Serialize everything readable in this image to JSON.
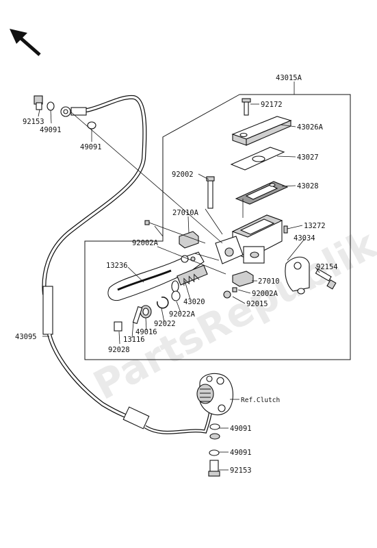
{
  "watermark": "PartsRepublik",
  "labels": {
    "p43015A": "43015A",
    "p92172": "92172",
    "p43026A": "43026A",
    "p43027": "43027",
    "p43028": "43028",
    "p92002": "92002",
    "p27010A": "27010A",
    "p92002A_top": "92002A",
    "p13272": "13272",
    "p43034": "43034",
    "p13236": "13236",
    "p92154": "92154",
    "p27010": "27010",
    "p92002A_bot": "92002A",
    "p92015": "92015",
    "p43020": "43020",
    "p92022A": "92022A",
    "p92022": "92022",
    "p49016": "49016",
    "p13116": "13116",
    "p92028": "92028",
    "p43095": "43095",
    "p92153_top": "92153",
    "p49091_a": "49091",
    "p49091_b": "49091",
    "ref_clutch": "Ref.Clutch",
    "p49091_c": "49091",
    "p49091_d": "49091",
    "p92153_bot": "92153"
  }
}
